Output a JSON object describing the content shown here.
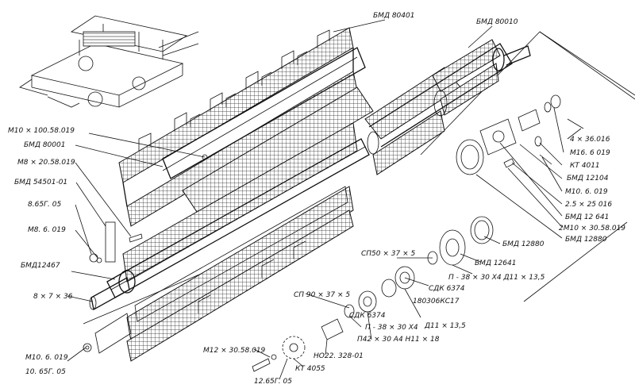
{
  "labels": {
    "bmd80401": "БМД 80401",
    "bmd80010": "БМД 80010",
    "m10_100": "М10 × 100.58.019",
    "bmd80001": "БМД 80001",
    "m8_20": "М8 × 20.58.019",
    "bmd54501": "БМД 54501-01",
    "p865": "8.65Г. 05",
    "m86": "М8. 6. 019",
    "bmd12467": "БМД12467",
    "shaft8x7": "8 × 7 × 36",
    "m106": "М10. 6. 019",
    "p1065": "10. 65Г. 05",
    "m12_30": "М12 × 30.58.019",
    "p1265": "12.65Г. 05",
    "kt4055": "КТ 4055",
    "no22": "НО22. 328-01",
    "sp90": "СП 90 × 37 × 5",
    "sdk6374b": "СДК 6374",
    "p38b": "П - 38 × 30 Х4",
    "d11b": "Д11 × 13,5",
    "p42": "П42 × 30 А4  Н11 × 18",
    "sp50": "СП50 × 37 × 5",
    "p38a": "П - 38 × 30 Х4  Д11 × 13,5",
    "sdk6374a": "СДК 6374",
    "n180306": "180306КС17",
    "bmd12880a": "БМД 12880",
    "bmd12641a": "БМД 12641",
    "p4_36": "4 × 36.016",
    "m166": "М16. 6 019",
    "kt4011": "КТ 4011",
    "bmd12104": "БМД 12104",
    "m106b": "М10. 6. 019",
    "p25": "2.5 × 25 016",
    "bmd12641b": "БМД 12 641",
    "m10_30": "2М10 × 30.58.019",
    "bmd12880b": "БМД 12880"
  }
}
